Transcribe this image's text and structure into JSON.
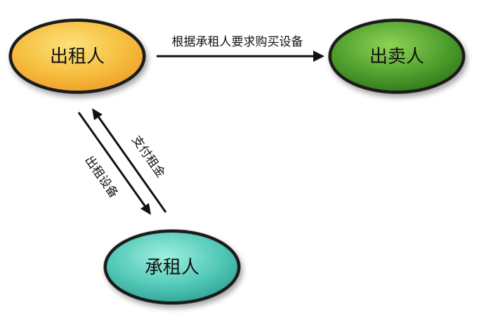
{
  "nodes": {
    "lessor": {
      "label": "出租人",
      "color": "#f3b640"
    },
    "seller": {
      "label": "出卖人",
      "color": "#4e9e2c"
    },
    "lessee": {
      "label": "承租人",
      "color": "#4ec9b7"
    }
  },
  "edges": {
    "purchase": {
      "label": "根据承租人要求购买设备"
    },
    "rent_equipment": {
      "label": "出租设备"
    },
    "pay_rent": {
      "label": "支付租金"
    }
  }
}
